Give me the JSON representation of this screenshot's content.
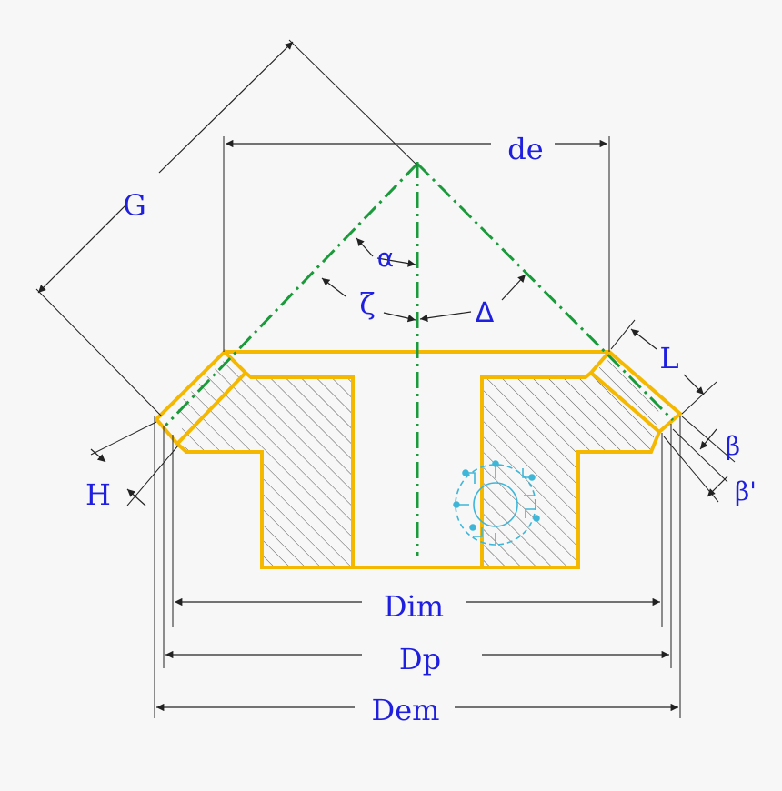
{
  "labels": {
    "G": "G",
    "de": "de",
    "alpha": "α",
    "zeta": "ζ",
    "delta": "Δ",
    "L": "L",
    "beta": "β",
    "beta_prime": "β'",
    "H": "H",
    "Dim": "Dim",
    "Dp": "Dp",
    "Dem": "Dem"
  },
  "colors": {
    "background": "#f7f7f7",
    "outline": "#f5b800",
    "axis": "#1a9a3a",
    "dimension": "#222222",
    "label": "#1f1fe0",
    "hatch": "#555555",
    "logo": "#3fb6d8"
  },
  "icons": {
    "watermark": "circuit-gear-logo"
  }
}
